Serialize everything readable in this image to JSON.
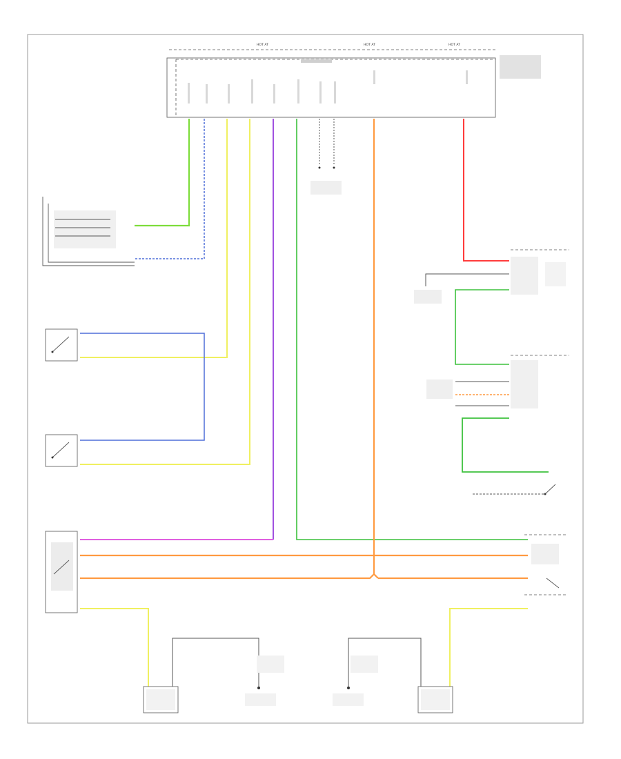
{
  "diagram": {
    "module": {
      "header_labels": [
        "HOT AT",
        "HOT AT",
        "HOT AT"
      ],
      "title": "",
      "pin_labels": [
        "",
        "",
        "",
        "",
        "",
        "",
        "",
        "",
        ""
      ]
    },
    "components": {
      "transfer_case_switch": "",
      "front_locker_switch": "",
      "rear_locker_switch": "",
      "front_locker_relay": "",
      "rear_locker_relay": "",
      "front_locker_solenoid": "",
      "rear_locker_solenoid": "",
      "fuse_block": "",
      "ground_top": "",
      "ground_right": "",
      "ground_bottom_left": "",
      "ground_bottom_right": ""
    },
    "footer_code": ""
  },
  "wire_colors": {
    "green_yellow": "#7ddc3a",
    "blue": "#4f6fd8",
    "yellow": "#f0f060",
    "purple": "#a050e0",
    "pink": "#e060e0",
    "green": "#3cc13c",
    "orange": "#ff9a40",
    "red": "#ff3b3b",
    "black": "#555555"
  }
}
